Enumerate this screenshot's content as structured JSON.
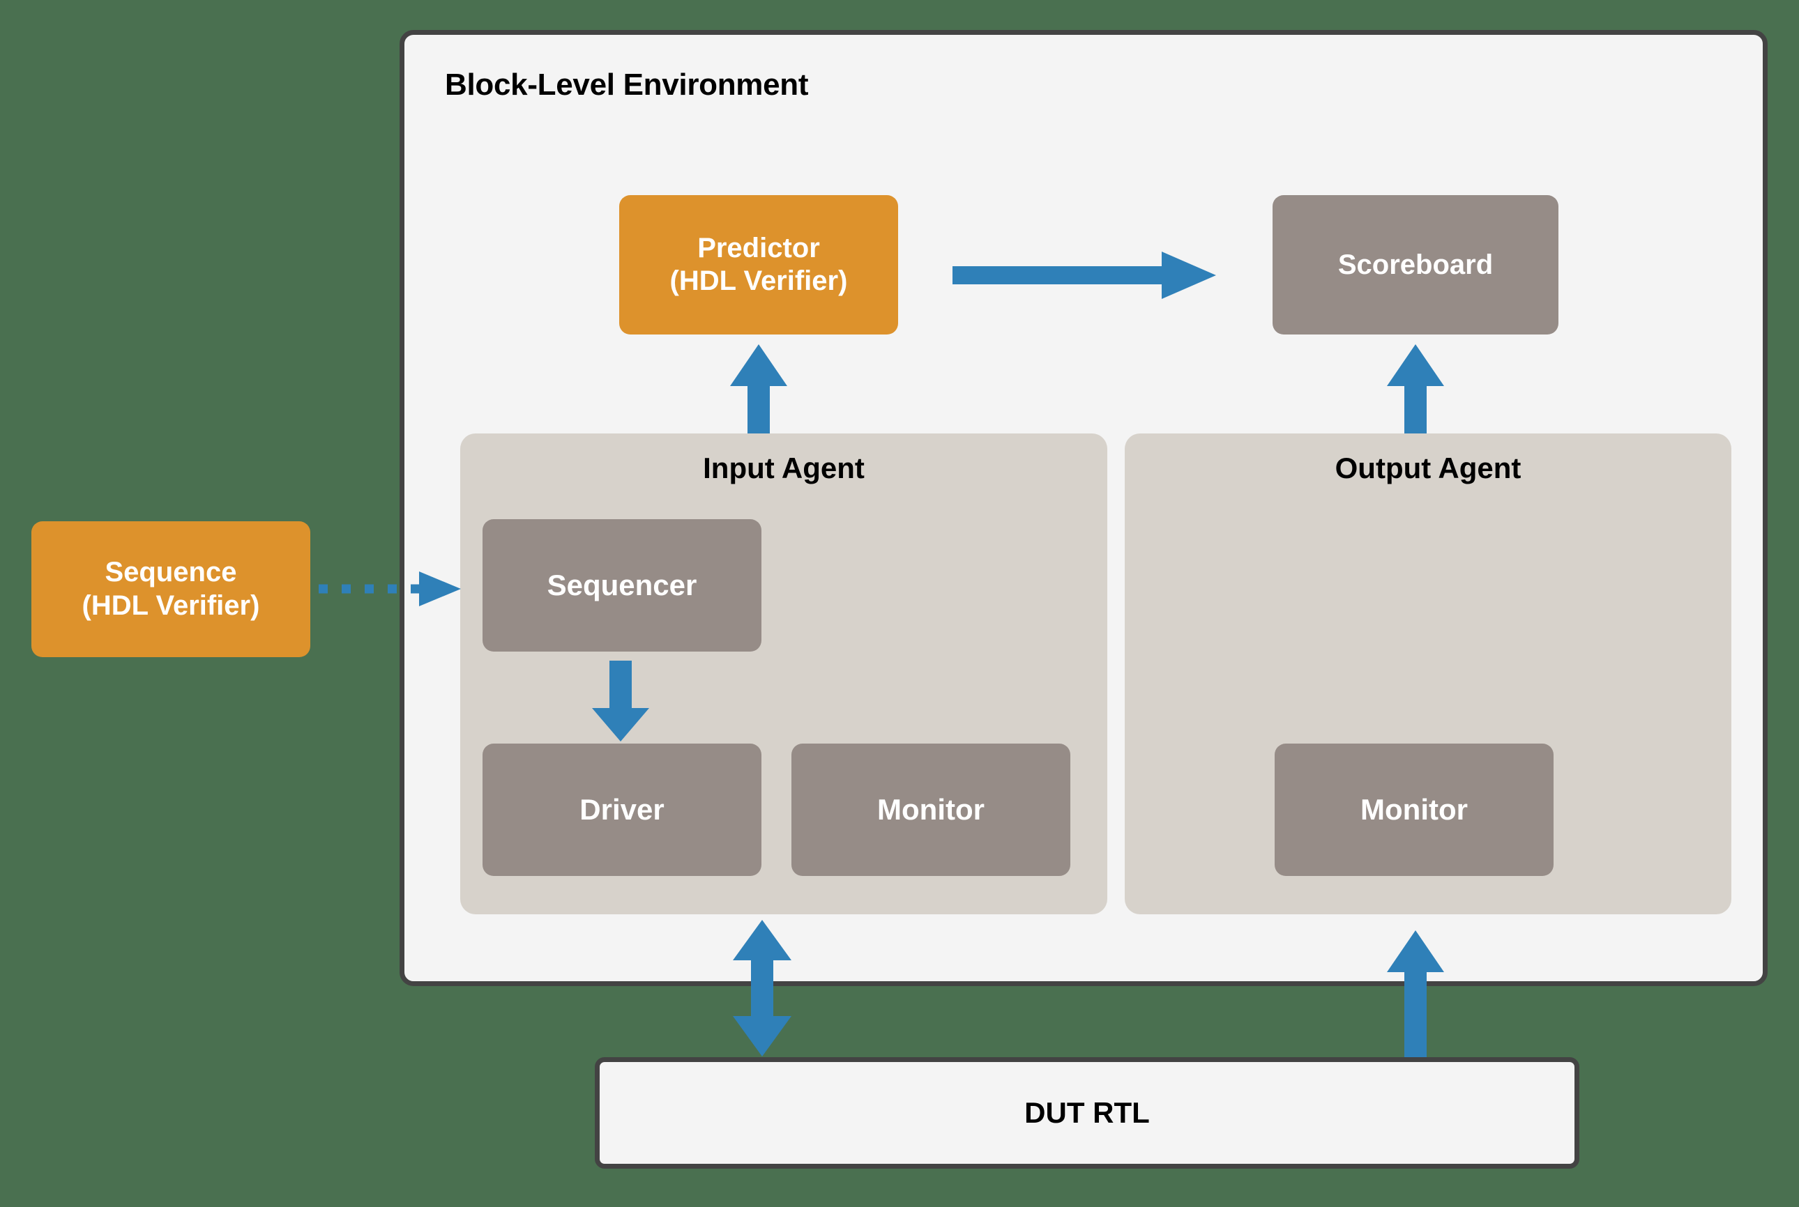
{
  "diagram": {
    "title": "Block-Level Environment",
    "background_color": "#4a7050",
    "accent_orange": "#dd922c",
    "accent_gray": "#968c87",
    "accent_blue": "#2f80b8",
    "panel_color": "#d7d2cb",
    "frame_color": "#434343",
    "surface_color": "#f4f4f4"
  },
  "external": {
    "sequence": {
      "label": "Sequence\n(HDL Verifier)",
      "line1": "Sequence",
      "line2": "(HDL Verifier)",
      "color": "#dd922c"
    },
    "dut": {
      "label": "DUT RTL"
    }
  },
  "environment": {
    "title": "Block-Level Environment",
    "predictor": {
      "label": "Predictor\n(HDL Verifier)",
      "line1": "Predictor",
      "line2": "(HDL Verifier)",
      "color": "#dd922c"
    },
    "scoreboard": {
      "label": "Scoreboard",
      "color": "#968c87"
    },
    "agents": [
      {
        "name": "Input Agent",
        "components": [
          {
            "label": "Sequencer"
          },
          {
            "label": "Driver"
          },
          {
            "label": "Monitor"
          }
        ]
      },
      {
        "name": "Output Agent",
        "components": [
          {
            "label": "Monitor"
          }
        ]
      }
    ]
  },
  "connections": [
    {
      "from": "Sequence (HDL Verifier)",
      "to": "Sequencer",
      "style": "dotted",
      "direction": "right"
    },
    {
      "from": "Predictor (HDL Verifier)",
      "to": "Scoreboard",
      "style": "solid",
      "direction": "right"
    },
    {
      "from": "Input Agent",
      "to": "Predictor (HDL Verifier)",
      "style": "solid",
      "direction": "up"
    },
    {
      "from": "Output Agent",
      "to": "Scoreboard",
      "style": "solid",
      "direction": "up"
    },
    {
      "from": "Sequencer",
      "to": "Driver",
      "style": "solid",
      "direction": "down"
    },
    {
      "from": "Input Agent",
      "to": "DUT RTL",
      "style": "solid",
      "direction": "both"
    },
    {
      "from": "DUT RTL",
      "to": "Output Agent",
      "style": "solid",
      "direction": "up"
    }
  ]
}
